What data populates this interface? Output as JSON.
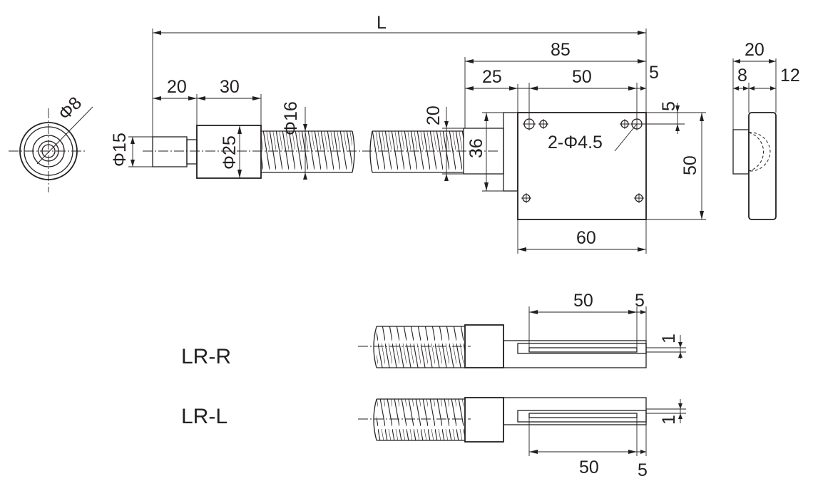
{
  "dimensions": {
    "overall_length": "L",
    "shaft_len": "20",
    "nut_len": "30",
    "bracket_overall": "85",
    "bracket_offset": "25",
    "hole_pitch_x": "50",
    "edge_5_top": "5",
    "edge_5_side": "5",
    "plate_height": "50",
    "plate_width": "60",
    "block_height": "36",
    "block_width": "20",
    "holes": "2-Φ4.5",
    "shaft_dia": "Φ15",
    "nut_dia": "Φ25",
    "screw_dia": "Φ16",
    "bore_dia": "Φ8",
    "side_width": "20",
    "side_8": "8",
    "side_12": "12"
  },
  "variants": {
    "r": {
      "label": "LR-R",
      "dim_50": "50",
      "dim_5": "5",
      "dim_1": "1"
    },
    "l": {
      "label": "LR-L",
      "dim_50": "50",
      "dim_5": "5",
      "dim_1": "1"
    }
  }
}
